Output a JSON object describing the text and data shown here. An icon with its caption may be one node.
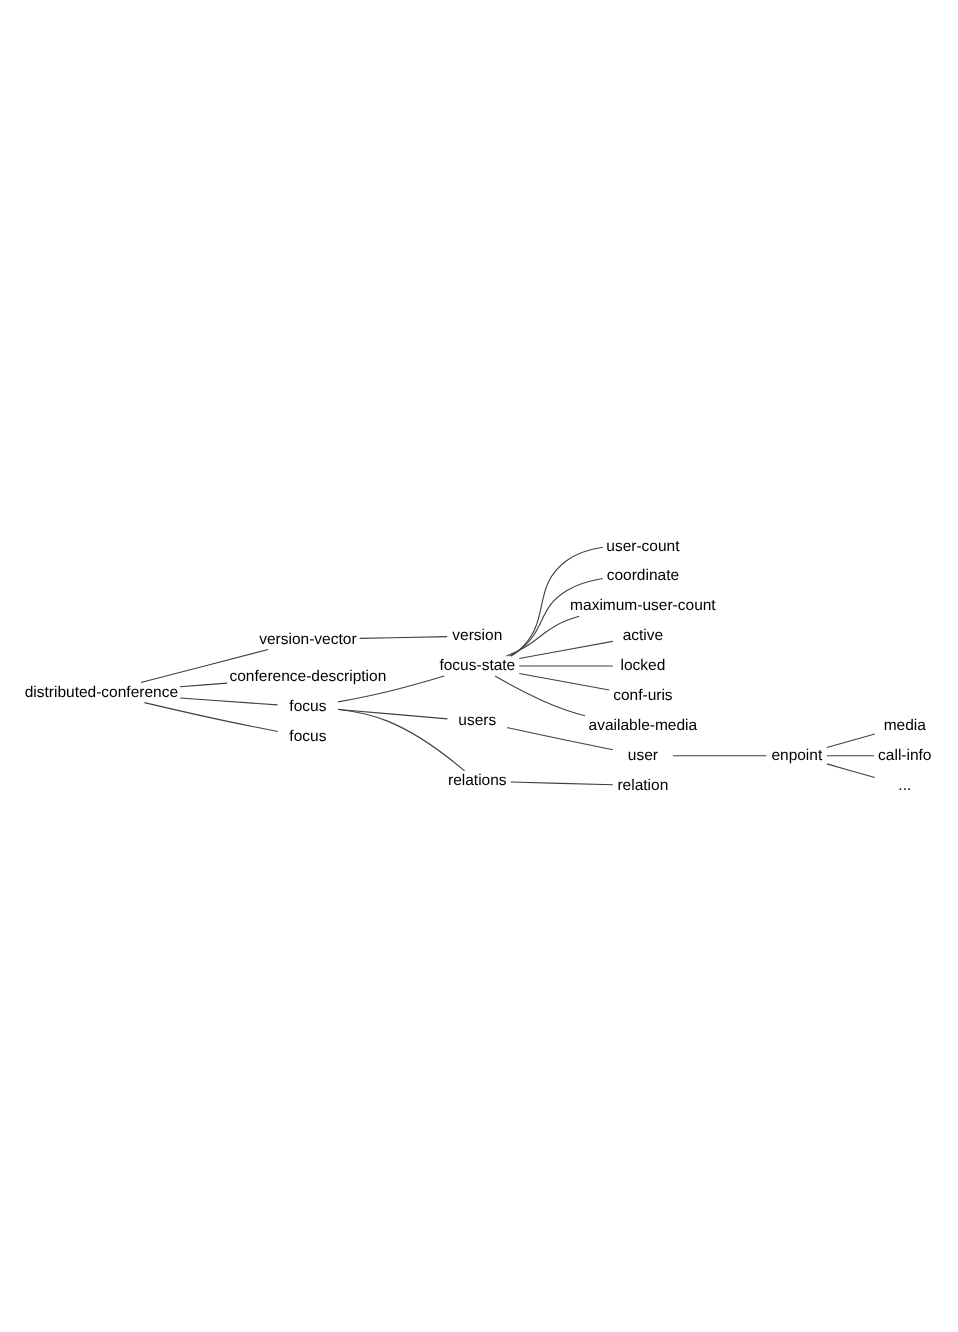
{
  "diagram": {
    "nodes": [
      {
        "text": [
          "distributed-conference"
        ]
      },
      {
        "text": [
          "version-vector"
        ]
      },
      {
        "text": [
          "version"
        ]
      },
      {
        "text": [
          "conference-description"
        ]
      },
      {
        "text": [
          "focus"
        ]
      },
      {
        "text": [
          "focus-state"
        ]
      },
      {
        "text": [
          "user-count"
        ]
      },
      {
        "text": [
          "coordinate"
        ]
      },
      {
        "text": [
          "maximum-user-count"
        ]
      },
      {
        "text": [
          "active"
        ]
      },
      {
        "text": [
          "locked"
        ]
      },
      {
        "text": [
          "conf-uris"
        ]
      },
      {
        "text": [
          "available-media"
        ]
      },
      {
        "text": [
          "users"
        ]
      },
      {
        "text": [
          "user"
        ]
      },
      {
        "text": [
          "enpoint"
        ]
      },
      {
        "text": [
          "media"
        ]
      },
      {
        "text": [
          "call-info"
        ]
      },
      {
        "text": [
          "..."
        ]
      },
      {
        "text": [
          "relations"
        ]
      },
      {
        "text": [
          "relation"
        ]
      },
      {
        "text": [
          "focus"
        ]
      }
    ],
    "edges": [
      {
        "from": 0,
        "to": 1,
        "arrow": "none"
      },
      {
        "from": 1,
        "to": 2,
        "arrow": "none"
      },
      {
        "from": 0,
        "to": 3,
        "arrow": "none"
      },
      {
        "from": 0,
        "to": 4,
        "arrow": "none"
      },
      {
        "from": 4,
        "to": 5,
        "arrow": "none"
      },
      {
        "from": 5,
        "to": 6,
        "arrow": "none"
      },
      {
        "from": 5,
        "to": 7,
        "arrow": "none"
      },
      {
        "from": 5,
        "to": 8,
        "arrow": "none"
      },
      {
        "from": 5,
        "to": 9,
        "arrow": "none"
      },
      {
        "from": 5,
        "to": 10,
        "arrow": "none"
      },
      {
        "from": 5,
        "to": 11,
        "arrow": "none"
      },
      {
        "from": 5,
        "to": 12,
        "arrow": "none"
      },
      {
        "from": 4,
        "to": 13,
        "arrow": "none"
      },
      {
        "from": 13,
        "to": 14,
        "arrow": "none"
      },
      {
        "from": 14,
        "to": 15,
        "arrow": "none"
      },
      {
        "from": 15,
        "to": 16,
        "arrow": "none"
      },
      {
        "from": 15,
        "to": 17,
        "arrow": "none"
      },
      {
        "from": 15,
        "to": 18,
        "arrow": "none"
      },
      {
        "from": 4,
        "to": 19,
        "arrow": "none"
      },
      {
        "from": 19,
        "to": 20,
        "arrow": "none"
      },
      {
        "from": 0,
        "to": 21,
        "arrow": "none"
      }
    ]
  }
}
